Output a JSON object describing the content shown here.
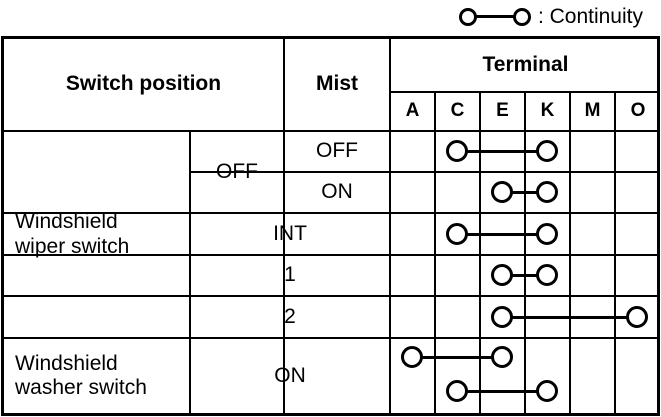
{
  "legend": {
    "symbol_name": "continuity-symbol",
    "text": ": Continuity"
  },
  "table": {
    "headers": {
      "switch_position": "Switch position",
      "mist": "Mist",
      "terminal": "Terminal",
      "terminal_columns": [
        "A",
        "C",
        "E",
        "K",
        "M",
        "O"
      ]
    },
    "groups": [
      {
        "name": "Windshield wiper switch",
        "label_line1": "Windshield",
        "label_line2": "wiper switch",
        "rows": [
          {
            "position": "OFF",
            "mist": "OFF",
            "continuity": [
              [
                "C",
                "K"
              ]
            ]
          },
          {
            "position": "OFF",
            "mist": "ON",
            "continuity": [
              [
                "E",
                "K"
              ]
            ]
          },
          {
            "position": "INT",
            "mist": "",
            "continuity": [
              [
                "C",
                "K"
              ]
            ]
          },
          {
            "position": "1",
            "mist": "",
            "continuity": [
              [
                "E",
                "K"
              ]
            ]
          },
          {
            "position": "2",
            "mist": "",
            "continuity": [
              [
                "E",
                "O"
              ]
            ]
          }
        ]
      },
      {
        "name": "Windshield washer switch",
        "label_line1": "Windshield",
        "label_line2": "washer switch",
        "rows": [
          {
            "position": "ON",
            "mist": "",
            "continuity": [
              [
                "A",
                "E"
              ],
              [
                "C",
                "K"
              ]
            ]
          }
        ]
      }
    ]
  },
  "colors": {
    "line": "#000000",
    "background": "#ffffff"
  }
}
